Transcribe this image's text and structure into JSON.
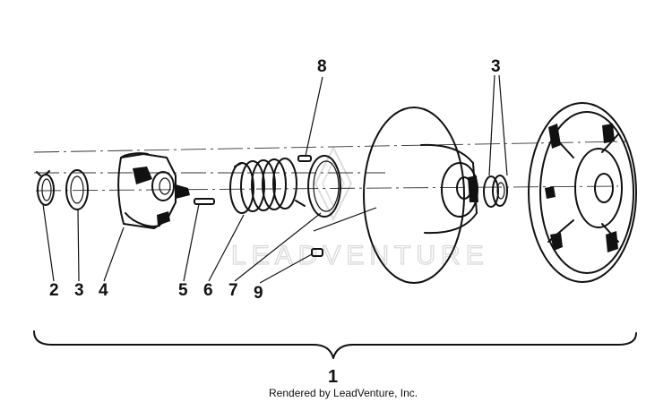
{
  "callouts": {
    "c2": "2",
    "c3": "3",
    "c4": "4",
    "c5": "5",
    "c6": "6",
    "c7": "7",
    "c8": "8",
    "c9": "9",
    "c3_top": "3",
    "c1": "1"
  },
  "credit": "Rendered by LeadVenture, Inc.",
  "watermark": "LEADVENTURE",
  "colors": {
    "ink": "#111111",
    "watermark": "#d6d6d6",
    "background": "#ffffff"
  }
}
